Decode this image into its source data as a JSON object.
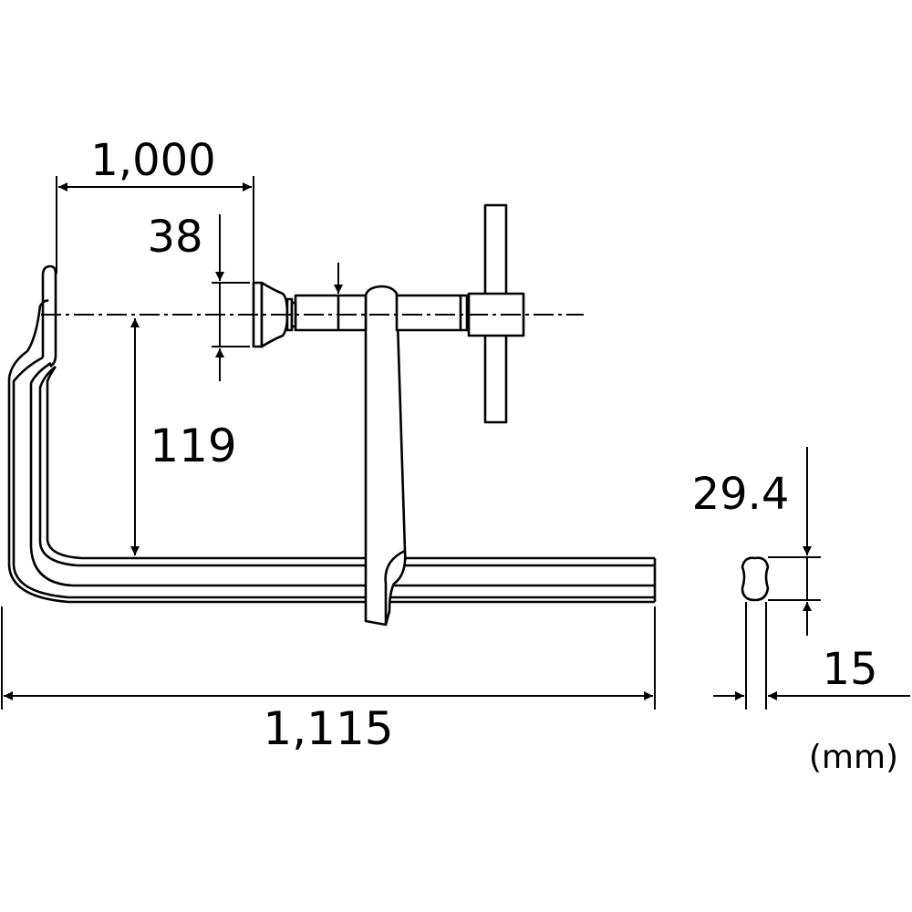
{
  "drawing": {
    "subject": "F-clamp (bar clamp) dimension drawing",
    "line_color": "#000000",
    "background": "#ffffff"
  },
  "dimensions": {
    "throat_opening": "1,000",
    "jaw_pad_diameter": "38",
    "throat_depth": "119",
    "overall_length": "1,115",
    "bar_height": "29.4",
    "bar_thickness": "15"
  },
  "units": "(mm)"
}
